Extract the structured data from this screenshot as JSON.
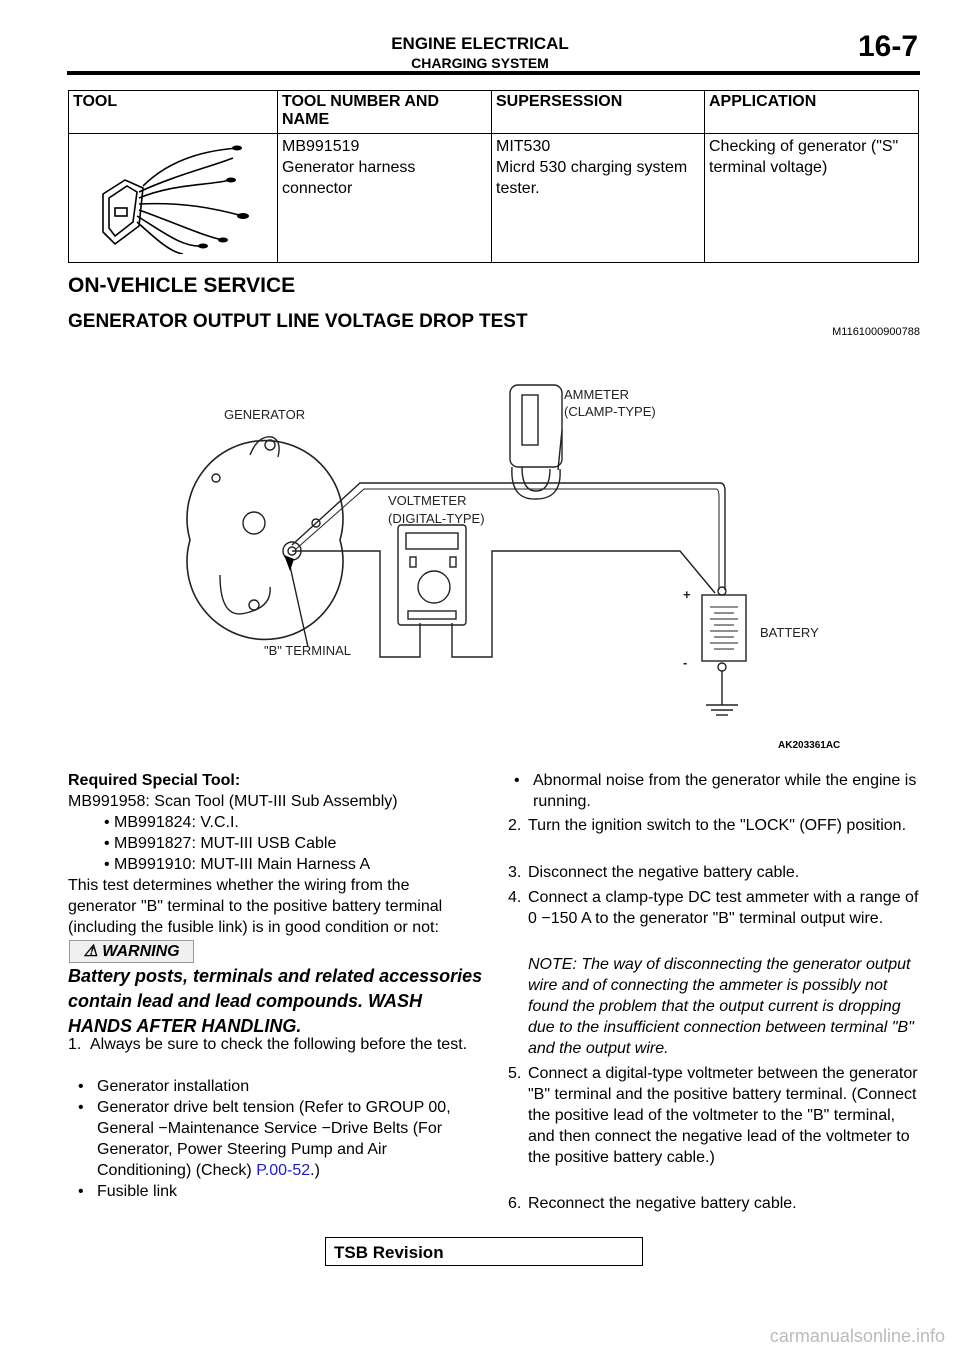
{
  "header": {
    "title": "ENGINE ELECTRICAL",
    "subtitle": "CHARGING SYSTEM",
    "page": "16-7"
  },
  "tool_table": {
    "columns": [
      "TOOL",
      "TOOL NUMBER AND NAME",
      "SUPERSESSION",
      "APPLICATION"
    ],
    "row": {
      "tool_image": "generator-harness-connector-illustration",
      "number": "MB991519",
      "name": "Generator harness connector",
      "supersession_1": "MIT530",
      "supersession_2": "Micrd 530 charging system tester.",
      "application": "Checking of generator (\"S\" terminal voltage)"
    }
  },
  "section_title": "ON-VEHICLE SERVICE",
  "subsection": {
    "title": "GENERATOR OUTPUT LINE VOLTAGE DROP TEST",
    "code": "M1161000900788"
  },
  "diagram": {
    "labels": {
      "generator": "GENERATOR",
      "ammeter_1": "AMMETER",
      "ammeter_2": "(CLAMP-TYPE)",
      "voltmeter_1": "VOLTMETER",
      "voltmeter_2": "(DIGITAL-TYPE)",
      "battery": "BATTERY",
      "b_terminal": "\"B\" TERMINAL",
      "plus": "+",
      "minus": "-",
      "figure_id": "AK203361AC"
    }
  },
  "left_column": {
    "required_tool_heading": "Required Special Tool:",
    "scan_tool": "MB991958: Scan Tool (MUT-III Sub Assembly)",
    "tool_items": [
      "MB991824: V.C.I.",
      "MB991827: MUT-III USB Cable",
      "MB991910: MUT-III Main Harness A"
    ],
    "intro": "This test determines whether the wiring from the generator \"B\" terminal to the positive battery terminal (including the fusible link) is in good condition or not:",
    "warning_label": "WARNING",
    "warning_text": "Battery posts, terminals and related accessories contain lead and lead compounds. WASH HANDS AFTER HANDLING.",
    "step1_num": "1.",
    "step1": "Always be sure to check the following before the test.",
    "checks": {
      "c1": "Generator installation",
      "c2_text": "Generator drive belt tension (Refer to GROUP 00, General −Maintenance Service −Drive Belts (For Generator, Power Steering Pump and Air Conditioning) (Check)",
      "c2_link": "P.00-52",
      "c2_end": ".)",
      "c3": "Fusible link"
    }
  },
  "right_column": {
    "check4": "Abnormal noise from the generator while the engine is running.",
    "steps": [
      {
        "num": "2.",
        "text": "Turn the ignition switch to the \"LOCK\" (OFF) position."
      },
      {
        "num": "3.",
        "text": "Disconnect the negative battery cable."
      },
      {
        "num": "4.",
        "text": "Connect a clamp-type DC test ammeter with a range of 0 −150 A to the generator \"B\" terminal output wire."
      },
      {
        "num": "5.",
        "text": "Connect a digital-type voltmeter between the generator \"B\" terminal and the positive battery terminal. (Connect the positive lead of the voltmeter to the \"B\" terminal, and then connect the negative lead of the voltmeter to the positive battery cable.)"
      },
      {
        "num": "6.",
        "text": "Reconnect the negative battery cable."
      }
    ],
    "note": "NOTE: The way of disconnecting the generator output wire and of connecting the ammeter is possibly not found the problem that the output current is dropping due to the insufficient connection between terminal \"B\" and the output wire."
  },
  "footer": {
    "tsb": "TSB Revision",
    "watermark": "carmanualsonline.info"
  }
}
